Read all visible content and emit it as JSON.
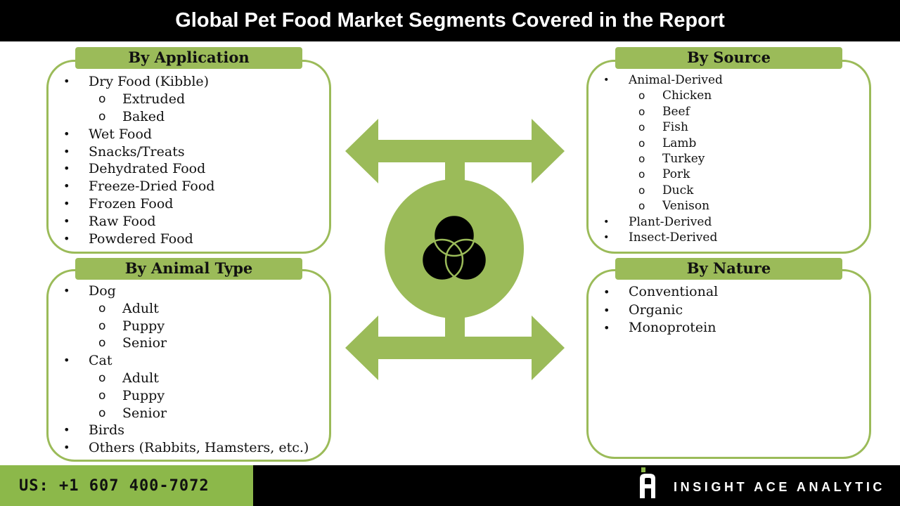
{
  "header": {
    "title": "Global Pet Food Market Segments Covered in the Report"
  },
  "panels": {
    "application": {
      "title": "By Application",
      "items": [
        {
          "text": "Dry Food (Kibble)",
          "level": 0
        },
        {
          "text": "Extruded",
          "level": 1
        },
        {
          "text": "Baked",
          "level": 1
        },
        {
          "text": "Wet Food",
          "level": 0
        },
        {
          "text": "Snacks/Treats",
          "level": 0
        },
        {
          "text": "Dehydrated Food",
          "level": 0
        },
        {
          "text": "Freeze-Dried Food",
          "level": 0
        },
        {
          "text": "Frozen Food",
          "level": 0
        },
        {
          "text": "Raw Food",
          "level": 0
        },
        {
          "text": "Powdered Food",
          "level": 0
        }
      ]
    },
    "animal_type": {
      "title": "By Animal Type",
      "items": [
        {
          "text": "Dog",
          "level": 0
        },
        {
          "text": "Adult",
          "level": 1
        },
        {
          "text": "Puppy",
          "level": 1
        },
        {
          "text": "Senior",
          "level": 1
        },
        {
          "text": "Cat",
          "level": 0
        },
        {
          "text": "Adult",
          "level": 1
        },
        {
          "text": "Puppy",
          "level": 1
        },
        {
          "text": "Senior",
          "level": 1
        },
        {
          "text": "Birds",
          "level": 0
        },
        {
          "text": "Others (Rabbits, Hamsters, etc.)",
          "level": 0
        }
      ]
    },
    "source": {
      "title": "By Source",
      "items": [
        {
          "text": "Animal-Derived",
          "level": 0
        },
        {
          "text": "Chicken",
          "level": 1
        },
        {
          "text": "Beef",
          "level": 1
        },
        {
          "text": "Fish",
          "level": 1
        },
        {
          "text": "Lamb",
          "level": 1
        },
        {
          "text": "Turkey",
          "level": 1
        },
        {
          "text": "Pork",
          "level": 1
        },
        {
          "text": "Duck",
          "level": 1
        },
        {
          "text": "Venison",
          "level": 1
        },
        {
          "text": "Plant-Derived",
          "level": 0
        },
        {
          "text": "Insect-Derived",
          "level": 0
        }
      ]
    },
    "nature": {
      "title": "By Nature",
      "items": [
        {
          "text": "Conventional",
          "level": 0
        },
        {
          "text": "Organic",
          "level": 0
        },
        {
          "text": "Monoprotein",
          "level": 0
        }
      ]
    }
  },
  "footer": {
    "phone": "US: +1 607 400-7072",
    "brand": "INSIGHT ACE ANALYTIC"
  },
  "center": {
    "icon": "venn-circles-icon",
    "arrows": "double-headed-arrows-icon"
  },
  "colors": {
    "accent": "#9bbb59",
    "header_bg": "#000000",
    "footer_green": "#8cb84a",
    "footer_dark": "#000000",
    "dark_circle": "#000000"
  },
  "bullets": {
    "level0": "•",
    "level1": "o"
  }
}
